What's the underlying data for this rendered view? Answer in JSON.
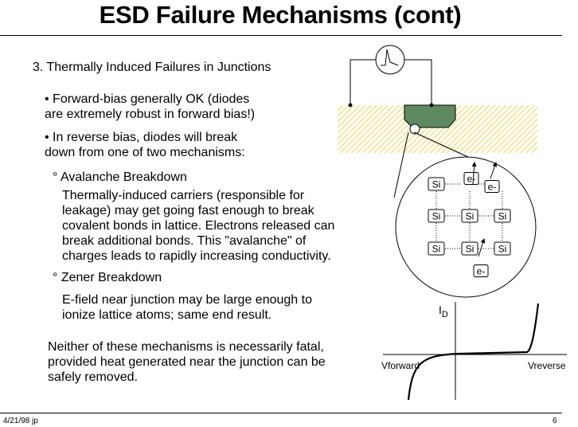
{
  "title": "ESD Failure Mechanisms (cont)",
  "section": "3.  Thermally Induced Failures in Junctions",
  "bullet_forward": {
    "line1": "• Forward-bias generally OK (diodes",
    "line2": "are extremely robust in forward bias!)"
  },
  "bullet_reverse": {
    "line1": "• In reverse bias, diodes will break",
    "line2": "down from one of two mechanisms:"
  },
  "avalanche": {
    "heading": "° Avalanche Breakdown",
    "lines": [
      "Thermally-induced carriers (responsible for",
      "leakage) may get going fast enough to break",
      "covalent bonds in lattice.  Electrons released can",
      "break additional bonds.  This \"avalanche\" of",
      "charges leads to rapidly increasing conductivity."
    ]
  },
  "zener": {
    "heading": "° Zener Breakdown",
    "lines": [
      "E-field near junction may be large enough to",
      "ionize lattice atoms; same end result."
    ]
  },
  "conclusion": [
    "Neither of these mechanisms is necessarily fatal,",
    "provided heat generated near the junction can be",
    "safely removed."
  ],
  "lattice": {
    "atom_label": "Si",
    "electron_label": "e-"
  },
  "iv_curve": {
    "y_label_main": "I",
    "y_label_sub": "D",
    "x_label_left": "Vforward",
    "x_label_right": "Vreverse"
  },
  "footer": {
    "date": "4/21/98  jp",
    "page": "6"
  },
  "colors": {
    "substrate_hatch": "#f2d86a",
    "diffusion": "#5f8a5f"
  }
}
